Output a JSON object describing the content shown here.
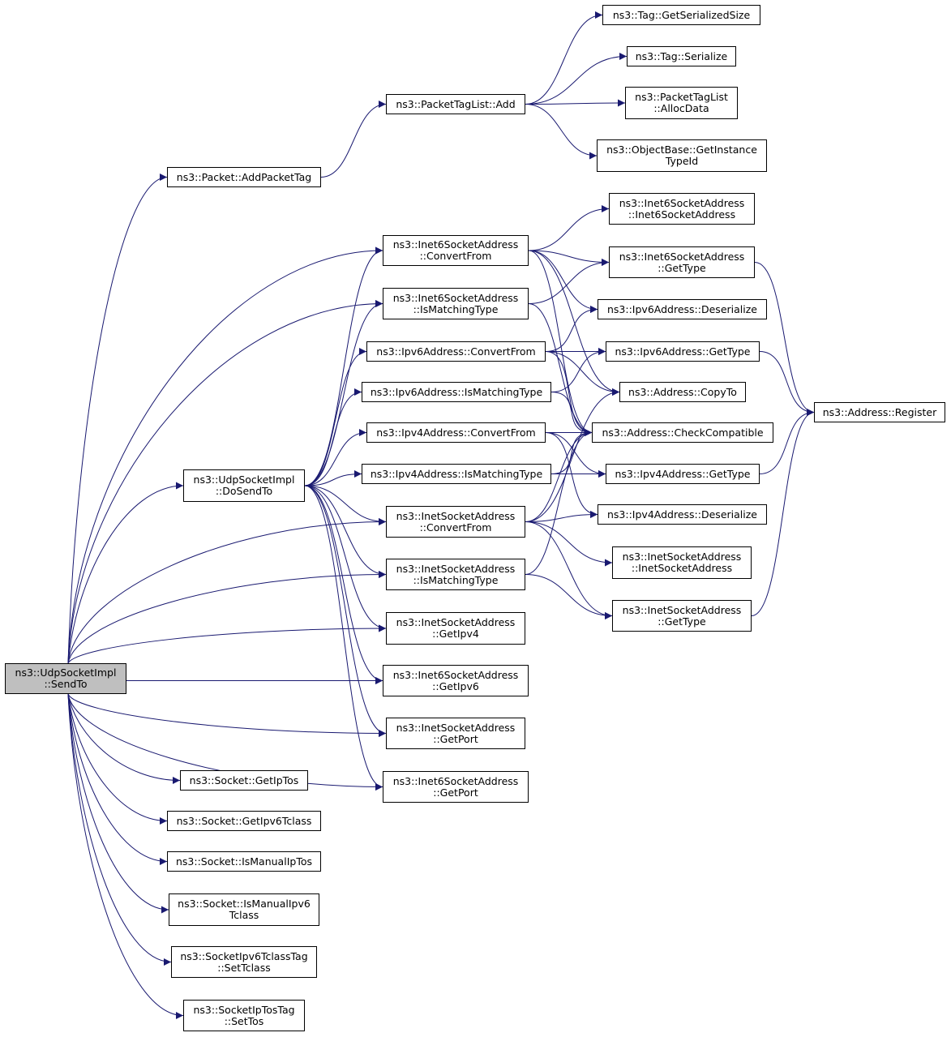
{
  "graph": {
    "edge_color": "#191970",
    "root_fill": "#bfbfbf",
    "nodes": [
      {
        "id": "sendto",
        "lines": [
          "ns3::UdpSocketImpl",
          "::SendTo"
        ],
        "root": true
      },
      {
        "id": "addpackettag",
        "lines": [
          "ns3::Packet::AddPacketTag"
        ]
      },
      {
        "id": "ptl_add",
        "lines": [
          "ns3::PacketTagList::Add"
        ]
      },
      {
        "id": "tag_getsersize",
        "lines": [
          "ns3::Tag::GetSerializedSize"
        ]
      },
      {
        "id": "tag_serialize",
        "lines": [
          "ns3::Tag::Serialize"
        ]
      },
      {
        "id": "ptl_allocdata",
        "lines": [
          "ns3::PacketTagList",
          "::AllocData"
        ]
      },
      {
        "id": "objbase_getinst",
        "lines": [
          "ns3::ObjectBase::GetInstance",
          "TypeId"
        ]
      },
      {
        "id": "dosendto",
        "lines": [
          "ns3::UdpSocketImpl",
          "::DoSendTo"
        ]
      },
      {
        "id": "i6_convertfrom",
        "lines": [
          "ns3::Inet6SocketAddress",
          "::ConvertFrom"
        ]
      },
      {
        "id": "i6_ismatching",
        "lines": [
          "ns3::Inet6SocketAddress",
          "::IsMatchingType"
        ]
      },
      {
        "id": "ip6_convertfrom",
        "lines": [
          "ns3::Ipv6Address::ConvertFrom"
        ]
      },
      {
        "id": "ip6_ismatching",
        "lines": [
          "ns3::Ipv6Address::IsMatchingType"
        ]
      },
      {
        "id": "ip4_convertfrom",
        "lines": [
          "ns3::Ipv4Address::ConvertFrom"
        ]
      },
      {
        "id": "ip4_ismatching",
        "lines": [
          "ns3::Ipv4Address::IsMatchingType"
        ]
      },
      {
        "id": "i4_convertfrom",
        "lines": [
          "ns3::InetSocketAddress",
          "::ConvertFrom"
        ]
      },
      {
        "id": "i4_ismatching",
        "lines": [
          "ns3::InetSocketAddress",
          "::IsMatchingType"
        ]
      },
      {
        "id": "i4_getipv4",
        "lines": [
          "ns3::InetSocketAddress",
          "::GetIpv4"
        ]
      },
      {
        "id": "i6_getipv6",
        "lines": [
          "ns3::Inet6SocketAddress",
          "::GetIpv6"
        ]
      },
      {
        "id": "i4_getport",
        "lines": [
          "ns3::InetSocketAddress",
          "::GetPort"
        ]
      },
      {
        "id": "i6_getport",
        "lines": [
          "ns3::Inet6SocketAddress",
          "::GetPort"
        ]
      },
      {
        "id": "sock_getiptos",
        "lines": [
          "ns3::Socket::GetIpTos"
        ]
      },
      {
        "id": "sock_getipv6tclass",
        "lines": [
          "ns3::Socket::GetIpv6Tclass"
        ]
      },
      {
        "id": "sock_ismanualiptos",
        "lines": [
          "ns3::Socket::IsManualIpTos"
        ]
      },
      {
        "id": "sock_ismanualipv6",
        "lines": [
          "ns3::Socket::IsManualIpv6",
          "Tclass"
        ]
      },
      {
        "id": "tclasstag_set",
        "lines": [
          "ns3::SocketIpv6TclassTag",
          "::SetTclass"
        ]
      },
      {
        "id": "tostag_set",
        "lines": [
          "ns3::SocketIpTosTag",
          "::SetTos"
        ]
      },
      {
        "id": "i6_ctor",
        "lines": [
          "ns3::Inet6SocketAddress",
          "::Inet6SocketAddress"
        ]
      },
      {
        "id": "i6_gettype",
        "lines": [
          "ns3::Inet6SocketAddress",
          "::GetType"
        ]
      },
      {
        "id": "ip6_deserialize",
        "lines": [
          "ns3::Ipv6Address::Deserialize"
        ]
      },
      {
        "id": "ip6_gettype",
        "lines": [
          "ns3::Ipv6Address::GetType"
        ]
      },
      {
        "id": "addr_copyto",
        "lines": [
          "ns3::Address::CopyTo"
        ]
      },
      {
        "id": "addr_checkcompat",
        "lines": [
          "ns3::Address::CheckCompatible"
        ]
      },
      {
        "id": "ip4_gettype",
        "lines": [
          "ns3::Ipv4Address::GetType"
        ]
      },
      {
        "id": "ip4_deserialize",
        "lines": [
          "ns3::Ipv4Address::Deserialize"
        ]
      },
      {
        "id": "i4_ctor",
        "lines": [
          "ns3::InetSocketAddress",
          "::InetSocketAddress"
        ]
      },
      {
        "id": "i4_gettype",
        "lines": [
          "ns3::InetSocketAddress",
          "::GetType"
        ]
      },
      {
        "id": "addr_register",
        "lines": [
          "ns3::Address::Register"
        ]
      }
    ],
    "edges": [
      [
        "sendto",
        "addpackettag"
      ],
      [
        "sendto",
        "dosendto"
      ],
      [
        "sendto",
        "i6_convertfrom"
      ],
      [
        "sendto",
        "i6_ismatching"
      ],
      [
        "sendto",
        "i4_convertfrom"
      ],
      [
        "sendto",
        "i4_ismatching"
      ],
      [
        "sendto",
        "i4_getipv4"
      ],
      [
        "sendto",
        "i6_getipv6"
      ],
      [
        "sendto",
        "i4_getport"
      ],
      [
        "sendto",
        "i6_getport"
      ],
      [
        "sendto",
        "sock_getiptos"
      ],
      [
        "sendto",
        "sock_getipv6tclass"
      ],
      [
        "sendto",
        "sock_ismanualiptos"
      ],
      [
        "sendto",
        "sock_ismanualipv6"
      ],
      [
        "sendto",
        "tclasstag_set"
      ],
      [
        "sendto",
        "tostag_set"
      ],
      [
        "addpackettag",
        "ptl_add"
      ],
      [
        "ptl_add",
        "tag_getsersize"
      ],
      [
        "ptl_add",
        "tag_serialize"
      ],
      [
        "ptl_add",
        "ptl_allocdata"
      ],
      [
        "ptl_add",
        "objbase_getinst"
      ],
      [
        "dosendto",
        "i6_convertfrom"
      ],
      [
        "dosendto",
        "i6_ismatching"
      ],
      [
        "dosendto",
        "ip6_convertfrom"
      ],
      [
        "dosendto",
        "ip6_ismatching"
      ],
      [
        "dosendto",
        "ip4_convertfrom"
      ],
      [
        "dosendto",
        "ip4_ismatching"
      ],
      [
        "dosendto",
        "i4_convertfrom"
      ],
      [
        "dosendto",
        "i4_ismatching"
      ],
      [
        "dosendto",
        "i4_getipv4"
      ],
      [
        "dosendto",
        "i6_getipv6"
      ],
      [
        "dosendto",
        "i4_getport"
      ],
      [
        "dosendto",
        "i6_getport"
      ],
      [
        "i6_convertfrom",
        "i6_ctor"
      ],
      [
        "i6_convertfrom",
        "i6_gettype"
      ],
      [
        "i6_convertfrom",
        "ip6_deserialize"
      ],
      [
        "i6_convertfrom",
        "addr_copyto"
      ],
      [
        "i6_convertfrom",
        "addr_checkcompat"
      ],
      [
        "i6_ismatching",
        "i6_gettype"
      ],
      [
        "i6_ismatching",
        "addr_checkcompat"
      ],
      [
        "ip6_convertfrom",
        "ip6_deserialize"
      ],
      [
        "ip6_convertfrom",
        "ip6_gettype"
      ],
      [
        "ip6_convertfrom",
        "addr_copyto"
      ],
      [
        "ip6_convertfrom",
        "addr_checkcompat"
      ],
      [
        "ip6_ismatching",
        "ip6_gettype"
      ],
      [
        "ip6_ismatching",
        "addr_checkcompat"
      ],
      [
        "ip4_convertfrom",
        "addr_checkcompat"
      ],
      [
        "ip4_convertfrom",
        "ip4_gettype"
      ],
      [
        "ip4_convertfrom",
        "ip4_deserialize"
      ],
      [
        "ip4_ismatching",
        "ip4_gettype"
      ],
      [
        "ip4_ismatching",
        "addr_checkcompat"
      ],
      [
        "i4_convertfrom",
        "addr_copyto"
      ],
      [
        "i4_convertfrom",
        "addr_checkcompat"
      ],
      [
        "i4_convertfrom",
        "ip4_deserialize"
      ],
      [
        "i4_convertfrom",
        "i4_ctor"
      ],
      [
        "i4_convertfrom",
        "i4_gettype"
      ],
      [
        "i4_ismatching",
        "addr_checkcompat"
      ],
      [
        "i4_ismatching",
        "i4_gettype"
      ],
      [
        "i6_gettype",
        "addr_register"
      ],
      [
        "ip6_gettype",
        "addr_register"
      ],
      [
        "ip4_gettype",
        "addr_register"
      ],
      [
        "i4_gettype",
        "addr_register"
      ]
    ]
  }
}
